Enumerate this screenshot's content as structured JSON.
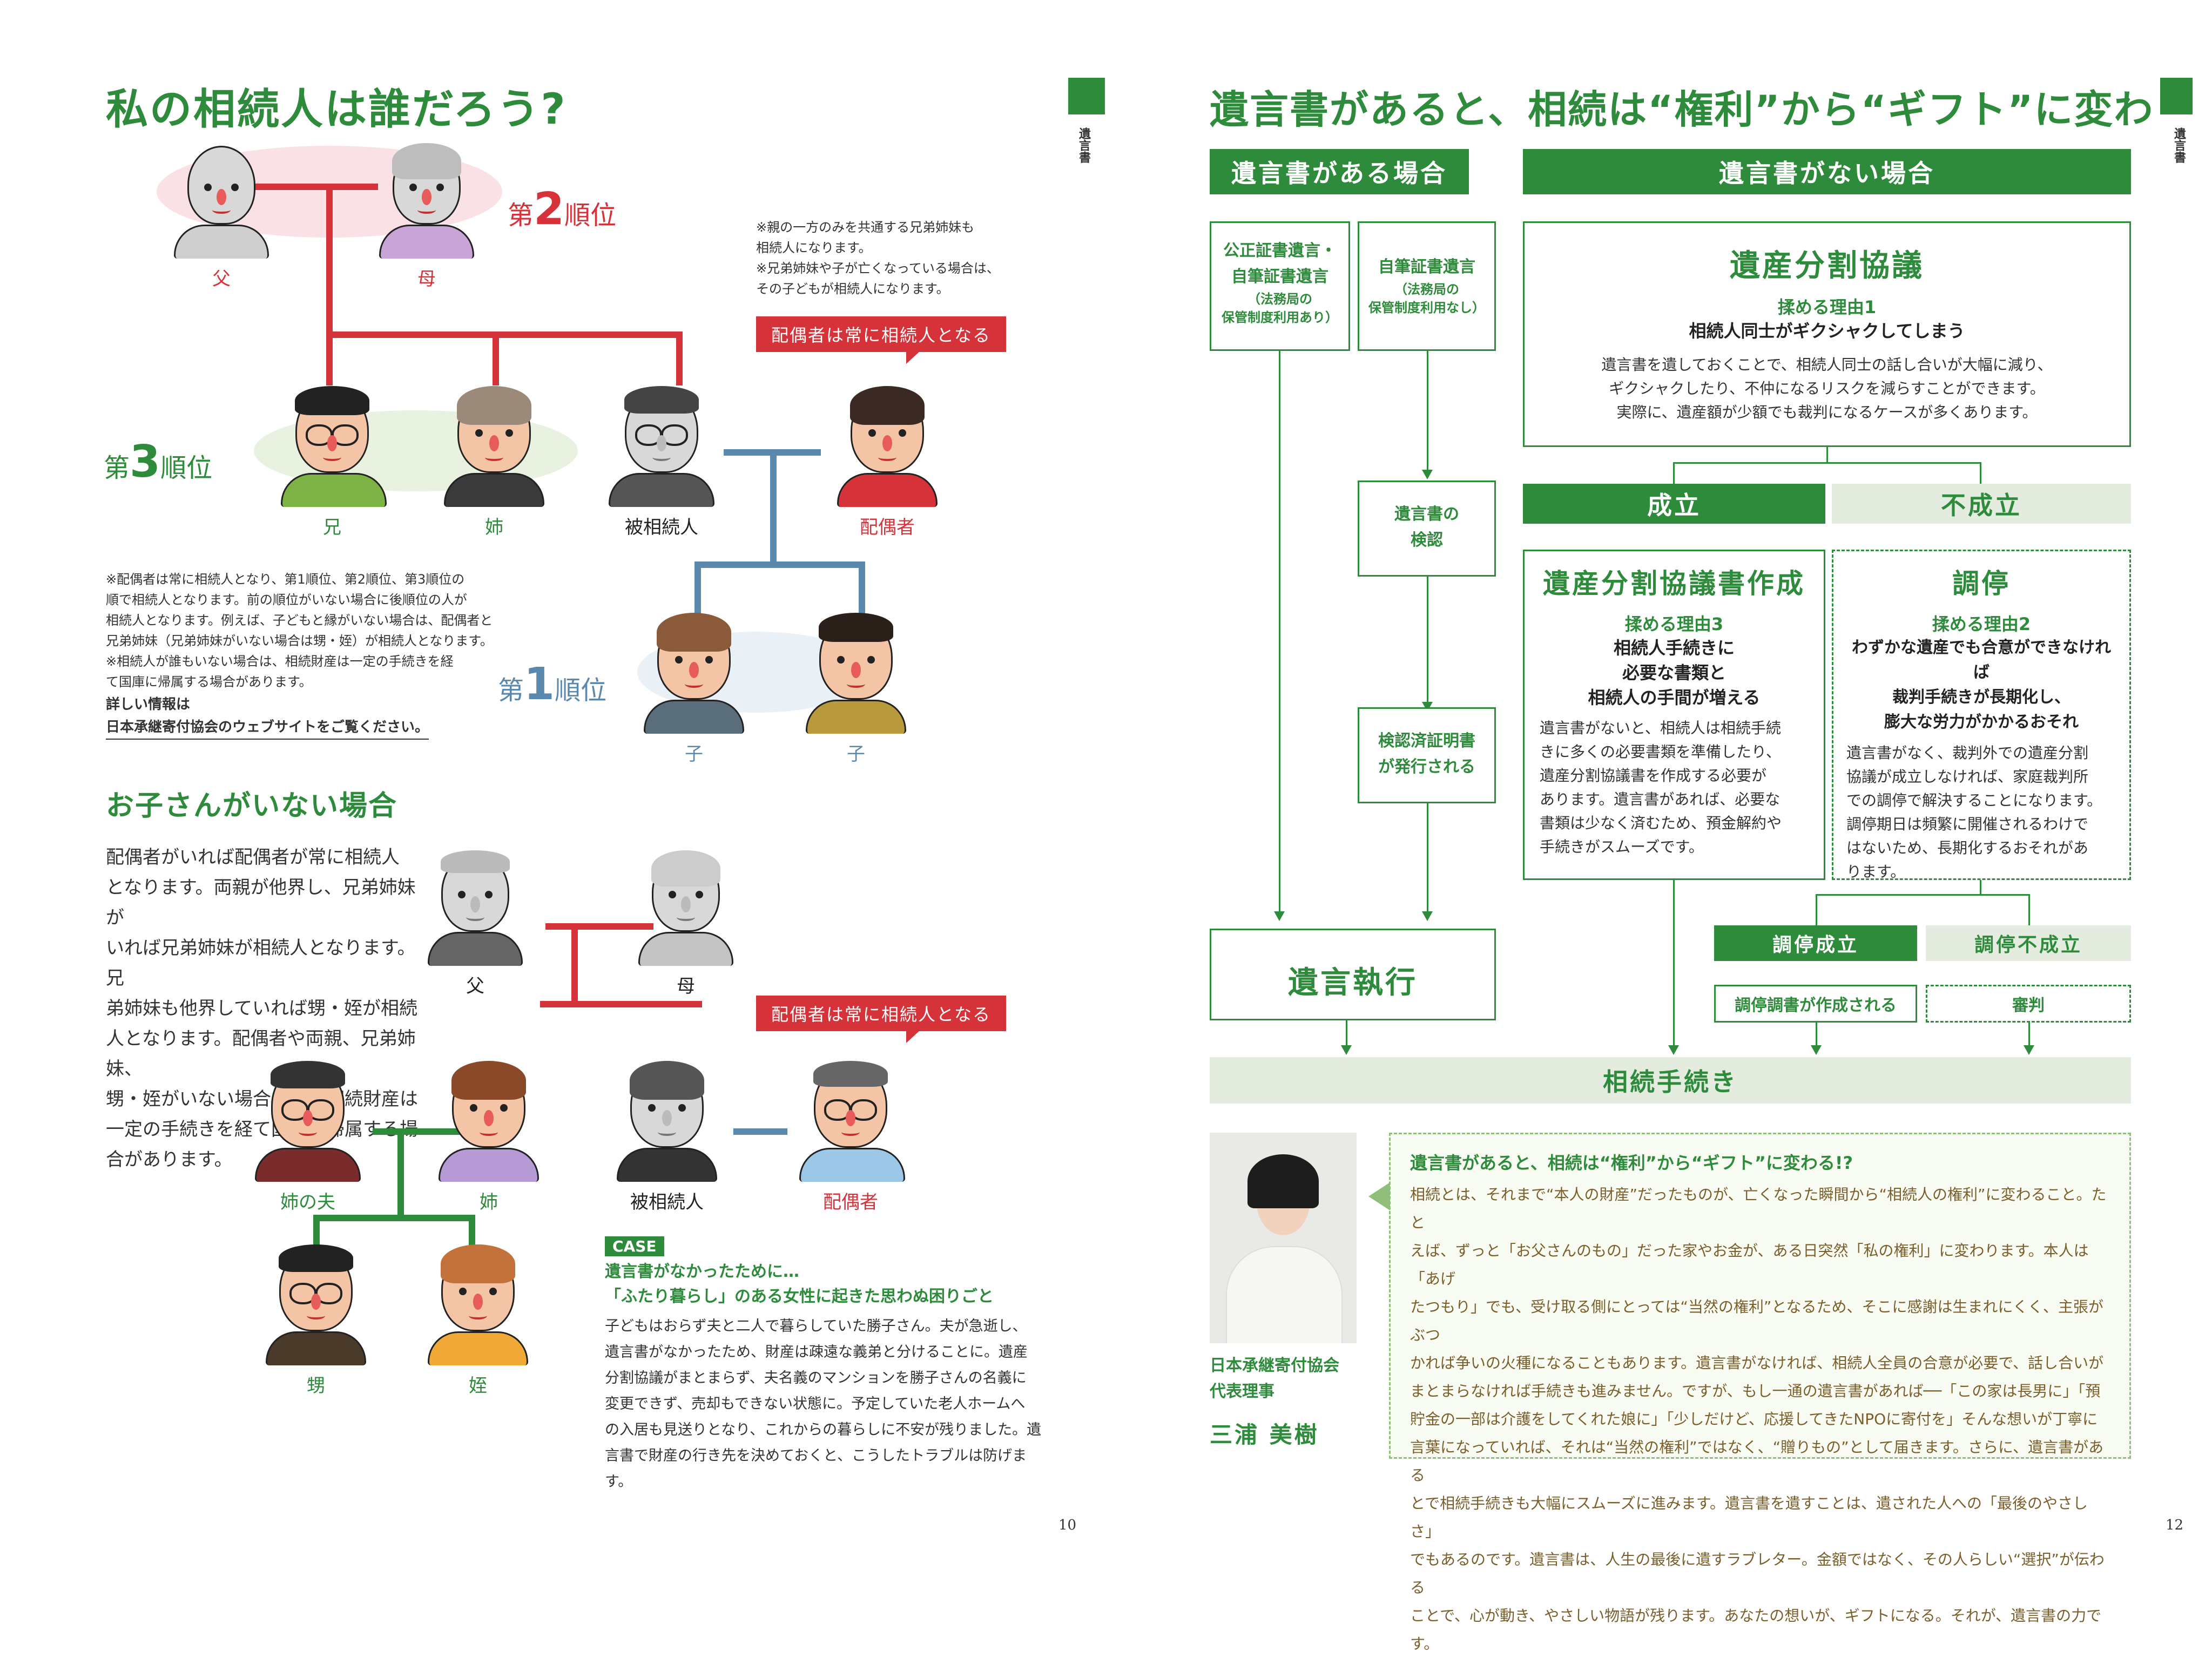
{
  "left": {
    "title": "私の相続人は誰だろう?",
    "side_label": "遺言書",
    "rank2": {
      "prefix": "第",
      "num": "2",
      "suffix": "順位"
    },
    "rank3": {
      "prefix": "第",
      "num": "3",
      "suffix": "順位"
    },
    "rank1": {
      "prefix": "第",
      "num": "1",
      "suffix": "順位"
    },
    "top_note": [
      "※親の一方のみを共通する兄弟姉妹も",
      "相続人になります。",
      "※兄弟姉妹や子が亡くなっている場合は、",
      "その子どもが相続人になります。"
    ],
    "bubble1": "配偶者は常に相続人となる",
    "bubble2": "配偶者は常に相続人となる",
    "persons_top": {
      "father": "父",
      "mother": "母"
    },
    "persons_mid": {
      "brother": "兄",
      "sister": "姉",
      "decedent": "被相続人",
      "spouse": "配偶者"
    },
    "persons_children": {
      "child1": "子",
      "child2": "子"
    },
    "mid_note": [
      "※配偶者は常に相続人となり、第1順位、第2順位、第3順位の",
      "順で相続人となります。前の順位がいない場合に後順位の人が",
      "相続人となります。例えば、子どもと縁がいない場合は、配偶者と",
      "兄弟姉妹（兄弟姉妹がいない場合は甥・姪）が相続人となります。",
      "※相続人が誰もいない場合は、相続財産は一定の手続きを経",
      "て国庫に帰属する場合があります。"
    ],
    "info_link_1": "詳しい情報は",
    "info_link_2": "日本承継寄付協会のウェブサイトをご覧ください。",
    "no_child_title": "お子さんがいない場合",
    "no_child_text": [
      "配偶者がいれば配偶者が常に相続人",
      "となります。両親が他界し、兄弟姉妹が",
      "いれば兄弟姉妹が相続人となります。兄",
      "弟姉妹も他界していれば甥・姪が相続",
      "人となります。配偶者や両親、兄弟姉妹、",
      "甥・姪がいない場合には、相続財産は",
      "一定の手続きを経て国庫へ帰属する場",
      "合があります。"
    ],
    "persons_b_top": {
      "father": "父",
      "mother": "母"
    },
    "persons_b_mid": {
      "sister_husband": "姉の夫",
      "sister": "姉",
      "decedent": "被相続人",
      "spouse": "配偶者"
    },
    "persons_b_bottom": {
      "nephew": "甥",
      "niece": "姪"
    },
    "case_badge": "CASE",
    "case_title_1": "遺言書がなかったために…",
    "case_title_2": "「ふたり暮らし」のある女性に起きた思わぬ困りごと",
    "case_text": [
      "子どもはおらず夫と二人で暮らしていた勝子さん。夫が急逝し、",
      "遺言書がなかったため、財産は疎遠な義弟と分けることに。遺産",
      "分割協議がまとまらず、夫名義のマンションを勝子さんの名義に",
      "変更できず、売却もできない状態に。予定していた老人ホームへ",
      "の入居も見送りとなり、これからの暮らしに不安が残りました。遺",
      "言書で財産の行き先を決めておくと、こうしたトラブルは防げます。"
    ],
    "page_number": "10"
  },
  "right": {
    "title": "遺言書があると、相続は“権利”から“ギフト”に変わる!?",
    "side_label": "遺言書",
    "with_will": "遺言書がある場合",
    "without_will": "遺言書がない場合",
    "box_notary": [
      "公正証書遺言・",
      "自筆証書遺言"
    ],
    "box_notary_sub": [
      "（法務局の",
      "保管制度利用あり）"
    ],
    "box_holo": [
      "自筆証書遺言"
    ],
    "box_holo_sub": [
      "（法務局の",
      "保管制度利用なし）"
    ],
    "probate": [
      "遺言書の",
      "検認"
    ],
    "probate_cert": [
      "検認済証明書",
      "が発行される"
    ],
    "execution": "遺言執行",
    "division_title": "遺産分割協議",
    "reason1_label": "揉める理由1",
    "reason1_head": "相続人同士がギクシャクしてしまう",
    "reason1_text": [
      "遺言書を遺しておくことで、相続人同士の話し合いが大幅に減り、",
      "ギクシャクしたり、不仲になるリスクを減らすことができます。",
      "実際に、遺産額が少額でも裁判になるケースが多くあります。"
    ],
    "success": "成立",
    "failure": "不成立",
    "doc_title": "遺産分割協議書作成",
    "reason3_label": "揉める理由3",
    "reason3_head": [
      "相続人手続きに",
      "必要な書類と",
      "相続人の手間が増える"
    ],
    "reason3_text": [
      "遺言書がないと、相続人は相続手続",
      "きに多くの必要書類を準備したり、",
      "遺産分割協議書を作成する必要が",
      "あります。遺言書があれば、必要な",
      "書類は少なく済むため、預金解約や",
      "手続きがスムーズです。"
    ],
    "mediation_title": "調停",
    "reason2_label": "揉める理由2",
    "reason2_head": [
      "わずかな遺産でも合意ができなければ",
      "裁判手続きが長期化し、",
      "膨大な労力がかかるおそれ"
    ],
    "reason2_text": [
      "遺言書がなく、裁判外での遺産分割",
      "協議が成立しなければ、家庭裁判所",
      "での調停で解決することになります。",
      "調停期日は頻繁に開催されるわけで",
      "はないため、長期化するおそれがあ",
      "ります。"
    ],
    "med_success": "調停成立",
    "med_failure": "調停不成立",
    "med_doc": "調停調書が作成される",
    "trial": "審判",
    "procedure": "相続手続き",
    "org": "日本承継寄付協会",
    "role": "代表理事",
    "person_name": "三浦 美樹",
    "quote_title": "遺言書があると、相続は“権利”から“ギフト”に変わる!?",
    "quote_text": [
      "相続とは、それまで“本人の財産”だったものが、亡くなった瞬間から“相続人の権利”に変わること。たと",
      "えば、ずっと「お父さんのもの」だった家やお金が、ある日突然「私の権利」に変わります。本人は「あげ",
      "たつもり」でも、受け取る側にとっては“当然の権利”となるため、そこに感謝は生まれにくく、主張がぶつ",
      "かれば争いの火種になることもあります。遺言書がなければ、相続人全員の合意が必要で、話し合いが",
      "まとまらなければ手続きも進みません。ですが、もし一通の遺言書があれば──「この家は長男に」「預",
      "貯金の一部は介護をしてくれた娘に」「少しだけど、応援してきたNPOに寄付を」そんな想いが丁寧に",
      "言葉になっていれば、それは“当然の権利”ではなく、“贈りもの”として届きます。さらに、遺言書がある",
      "とで相続手続きも大幅にスムーズに進みます。遺言書を遺すことは、遺された人への「最後のやさしさ」",
      "でもあるのです。遺言書は、人生の最後に遺すラブレター。金額ではなく、その人らしい“選択”が伝わる",
      "ことで、心が動き、やさしい物語が残ります。あなたの想いが、ギフトになる。それが、遺言書の力です。"
    ],
    "page_number": "12"
  },
  "colors": {
    "green": "#2e8b3b",
    "red": "#d6323a",
    "blue": "#5b88ad",
    "light_green": "#e4ebdf"
  }
}
